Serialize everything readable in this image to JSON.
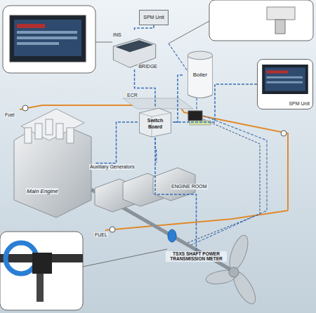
{
  "diagram": {
    "nodes": [
      {
        "text": [
          "SPM Unit"
        ]
      },
      {
        "text": [
          "INS",
          "BRIDGE"
        ]
      },
      {
        "text": [
          "Boiler"
        ]
      },
      {
        "text": [
          "SPM Unit"
        ]
      },
      {
        "text": [
          "Switch Board"
        ]
      },
      {
        "text": [
          "Main Engine"
        ]
      },
      {
        "text": [
          "Auxiliary Generators",
          "ENGINE ROOM"
        ]
      },
      {
        "text": [
          "TSXS SHAFT POWER TRANSMISSION METER"
        ]
      }
    ],
    "edges": [
      {
        "from": 0,
        "to": 1,
        "arrow": "none"
      },
      {
        "from": 1,
        "to": 4,
        "arrow": "none"
      },
      {
        "from": 2,
        "to": 4,
        "arrow": "none"
      },
      {
        "from": 3,
        "to": 4,
        "arrow": "none"
      },
      {
        "from": 4,
        "to": 5,
        "arrow": "none"
      },
      {
        "from": 4,
        "to": 6,
        "arrow": "none"
      },
      {
        "from": 4,
        "to": 7,
        "arrow": "none"
      }
    ],
    "labels": [
      "Fuel",
      "ECR",
      "FUEL"
    ]
  }
}
